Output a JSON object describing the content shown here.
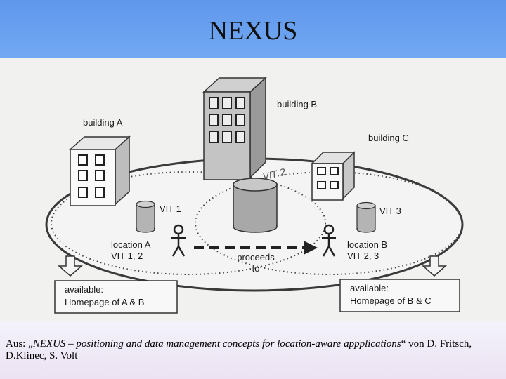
{
  "header": {
    "title": "NEXUS"
  },
  "diagram": {
    "building_a_label": "building A",
    "building_b_label": "building B",
    "building_c_label": "building C",
    "vit1_label": "VIT 1",
    "vit2_handwritten": "VIT 2",
    "vit3_label": "VIT 3",
    "location_a_line1": "location A",
    "location_a_line2": "VIT 1, 2",
    "location_b_line1": "location B",
    "location_b_line2": "VIT 2, 3",
    "proceeds_line1": "proceeds",
    "proceeds_line2": "to",
    "box_a_line1": "available:",
    "box_a_line2": "Homepage of A & B",
    "box_b_line1": "available:",
    "box_b_line2": "Homepage of B & C"
  },
  "caption": {
    "prefix": "Aus: „",
    "title": "NEXUS – positioning and data management concepts for location-aware appplications",
    "suffix": "“ von D. Fritsch, D.Klinec, S. Volt"
  }
}
